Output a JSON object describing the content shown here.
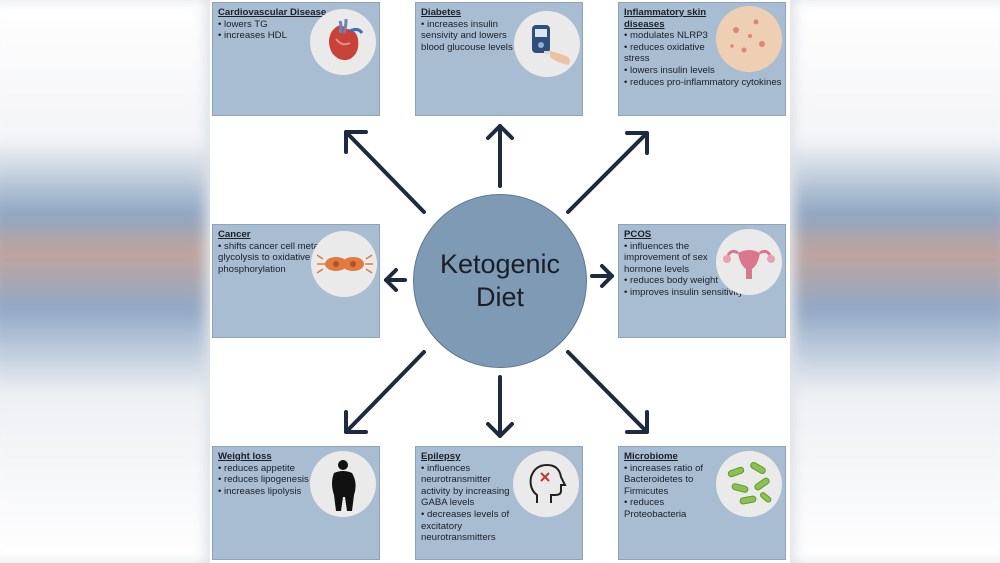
{
  "hub": {
    "line1": "Ketogenic",
    "line2": "Diet"
  },
  "boxes": {
    "cardio": {
      "title": "Cardiovascular Disease",
      "points": [
        "lowers TG",
        "increases HDL"
      ]
    },
    "diabetes": {
      "title": "Diabetes",
      "points": [
        "increases insulin sensivity and lowers blood glucouse levels"
      ]
    },
    "skin": {
      "title": "Inflammatory skin diseases",
      "points": [
        "modulates NLRP3",
        "reduces oxidative stress",
        "lowers insulin levels",
        "reduces pro-inflammatory cytokines"
      ]
    },
    "cancer": {
      "title": "Cancer",
      "points": [
        "shifts cancer cell metabolism from glycolysis to oxidative phosphorylation"
      ]
    },
    "pcos": {
      "title": "PCOS",
      "points": [
        "influences the improvement of sex hormone levels",
        "reduces body weight",
        "improves insulin sensitivity"
      ]
    },
    "weight": {
      "title": "Weight loss",
      "points": [
        "reduces appetite",
        "reduces lipogenesis",
        "increases lipolysis"
      ]
    },
    "epilepsy": {
      "title": "Epilepsy",
      "points": [
        "influences neurotransmitter activity by increasing GABA levels",
        "decreases levels of excitatory neurotransmitters"
      ]
    },
    "microbiome": {
      "title": "Microbiome",
      "points": [
        "increases ratio of Bacteroidetes to Firmicutes",
        "reduces Proteobacteria"
      ]
    }
  },
  "icons": {
    "cardio": "heart-icon",
    "diabetes": "glucose-meter-icon",
    "skin": "skin-acne-icon",
    "cancer": "cancer-cell-icon",
    "pcos": "uterus-icon",
    "weight": "body-silhouette-icon",
    "epilepsy": "head-brain-icon",
    "microbiome": "bacteria-icon"
  },
  "colors": {
    "box": "#a9bdd2",
    "hub": "#7e9ab5",
    "arrow": "#1e2a3e"
  }
}
